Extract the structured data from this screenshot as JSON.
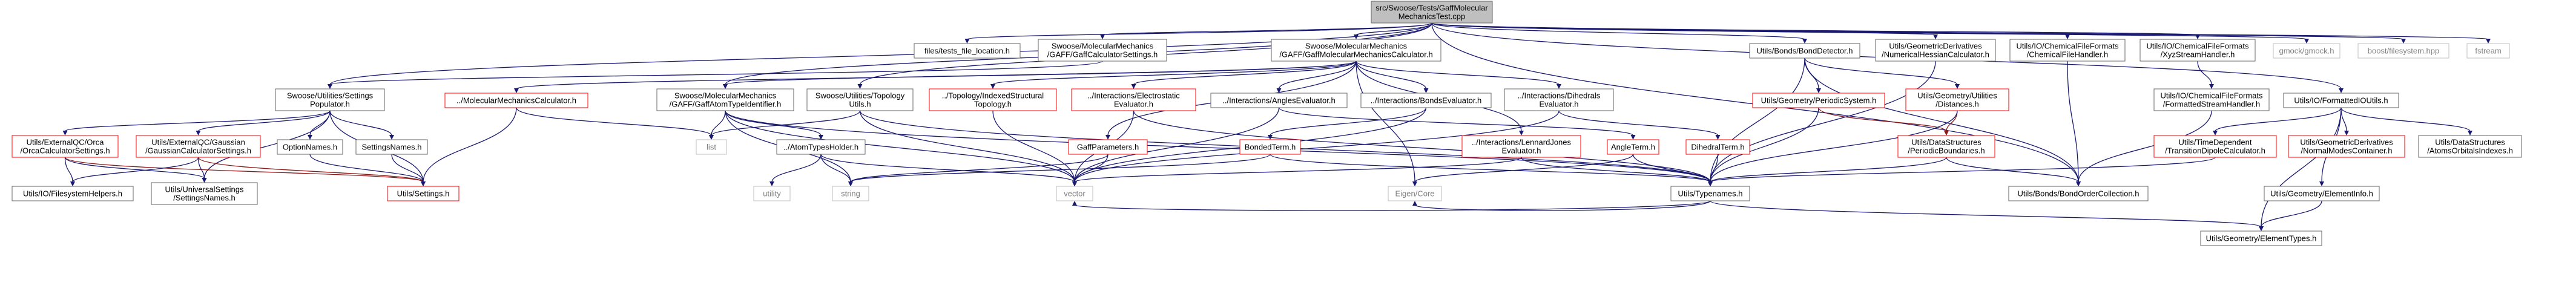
{
  "title": "src/Swoose/Tests/GaffMolecularMechanicsTest.cpp",
  "colors": {
    "node_border_default": "#666666",
    "node_border_red": "#ff0000",
    "node_border_grey": "#bfbfbf",
    "root_fill": "#bfbfbf",
    "edge_blue": "#191970",
    "edge_red": "#8b1a1a",
    "edge_grey": "#a9a9a9",
    "text_default": "#000000",
    "text_grey": "#7f7f7f"
  },
  "nodes": [
    {
      "id": "root",
      "lines": [
        "src/Swoose/Tests/GaffMolecular",
        "MechanicsTest.cpp"
      ],
      "style": "root"
    },
    {
      "id": "files_tests",
      "lines": [
        "files/tests_file_location.h"
      ],
      "style": "normal"
    },
    {
      "id": "gaff_calc_settings",
      "lines": [
        "Swoose/MolecularMechanics",
        "/GAFF/GaffCalculatorSettings.h"
      ],
      "style": "normal"
    },
    {
      "id": "gaff_mm_calc",
      "lines": [
        "Swoose/MolecularMechanics",
        "/GAFF/GaffMolecularMechanicsCalculator.h"
      ],
      "style": "normal"
    },
    {
      "id": "bond_detector",
      "lines": [
        "Utils/Bonds/BondDetector.h"
      ],
      "style": "normal"
    },
    {
      "id": "geom_derivatives",
      "lines": [
        "Utils/GeometricDerivatives",
        "/NumericalHessianCalculator.h"
      ],
      "style": "normal"
    },
    {
      "id": "chem_file_handler",
      "lines": [
        "Utils/IO/ChemicalFileFormats",
        "/ChemicalFileHandler.h"
      ],
      "style": "normal"
    },
    {
      "id": "xyz_stream",
      "lines": [
        "Utils/IO/ChemicalFileFormats",
        "/XyzStreamHandler.h"
      ],
      "style": "normal"
    },
    {
      "id": "gmock",
      "lines": [
        "gmock/gmock.h"
      ],
      "style": "grey"
    },
    {
      "id": "boost_fs",
      "lines": [
        "boost/filesystem.hpp"
      ],
      "style": "grey"
    },
    {
      "id": "fstream",
      "lines": [
        "fstream"
      ],
      "style": "grey"
    },
    {
      "id": "settings_populator",
      "lines": [
        "Swoose/Utilities/Settings",
        "Populator.h"
      ],
      "style": "normal"
    },
    {
      "id": "mm_calculator",
      "lines": [
        "../MolecularMechanicsCalculator.h"
      ],
      "style": "red"
    },
    {
      "id": "gaff_atomtype",
      "lines": [
        "Swoose/MolecularMechanics",
        "/GAFF/GaffAtomTypeIdentifier.h"
      ],
      "style": "normal"
    },
    {
      "id": "topology_utils",
      "lines": [
        "Swoose/Utilities/Topology",
        "Utils.h"
      ],
      "style": "normal"
    },
    {
      "id": "topology_indexed",
      "lines": [
        "../Topology/IndexedStructural",
        "Topology.h"
      ],
      "style": "red"
    },
    {
      "id": "electrostatic",
      "lines": [
        "../Interactions/Electrostatic",
        "Evaluator.h"
      ],
      "style": "red"
    },
    {
      "id": "angles_eval",
      "lines": [
        "../Interactions/AnglesEvaluator.h"
      ],
      "style": "normal"
    },
    {
      "id": "bonds_eval",
      "lines": [
        "../Interactions/BondsEvaluator.h"
      ],
      "style": "normal"
    },
    {
      "id": "dihedrals_eval",
      "lines": [
        "../Interactions/Dihedrals",
        "Evaluator.h"
      ],
      "style": "normal"
    },
    {
      "id": "periodic_system",
      "lines": [
        "Utils/Geometry/PeriodicSystem.h"
      ],
      "style": "red"
    },
    {
      "id": "geom_distances",
      "lines": [
        "Utils/Geometry/Utilities",
        "/Distances.h"
      ],
      "style": "red"
    },
    {
      "id": "io_helpers",
      "lines": [
        "Utils/IO/ChemicalFileFormats",
        "/FormattedStreamHandler.h"
      ],
      "style": "normal"
    },
    {
      "id": "formatted_io",
      "lines": [
        "Utils/IO/FormattedIOUtils.h"
      ],
      "style": "normal"
    },
    {
      "id": "orca_settings",
      "lines": [
        "Utils/ExternalQC/Orca",
        "/OrcaCalculatorSettings.h"
      ],
      "style": "red"
    },
    {
      "id": "gaussian_settings",
      "lines": [
        "Utils/ExternalQC/Gaussian",
        "/GaussianCalculatorSettings.h"
      ],
      "style": "red"
    },
    {
      "id": "option_names",
      "lines": [
        "OptionNames.h"
      ],
      "style": "normal"
    },
    {
      "id": "settings_names",
      "lines": [
        "SettingsNames.h"
      ],
      "style": "normal"
    },
    {
      "id": "list",
      "lines": [
        "list"
      ],
      "style": "grey"
    },
    {
      "id": "atomtypes_holder",
      "lines": [
        "../AtomTypesHolder.h"
      ],
      "style": "normal"
    },
    {
      "id": "gaff_params",
      "lines": [
        "GaffParameters.h"
      ],
      "style": "red"
    },
    {
      "id": "bonded_term",
      "lines": [
        "BondedTerm.h"
      ],
      "style": "red"
    },
    {
      "id": "lennard_jones",
      "lines": [
        "../Interactions/LennardJones",
        "Evaluator.h"
      ],
      "style": "red"
    },
    {
      "id": "angle_term",
      "lines": [
        "AngleTerm.h"
      ],
      "style": "red"
    },
    {
      "id": "dihedral_term",
      "lines": [
        "DihedralTerm.h"
      ],
      "style": "red"
    },
    {
      "id": "periodic_boundaries",
      "lines": [
        "Utils/DataStructures",
        "/PeriodicBoundaries.h"
      ],
      "style": "red"
    },
    {
      "id": "time_dependent",
      "lines": [
        "Utils/TimeDependent",
        "/TransitionDipoleCalculator.h"
      ],
      "style": "red"
    },
    {
      "id": "normal_modes",
      "lines": [
        "Utils/GeometricDerivatives",
        "/NormalModesContainer.h"
      ],
      "style": "red"
    },
    {
      "id": "atoms_orbitals",
      "lines": [
        "Utils/DataStructures",
        "/AtomsOrbitalsIndexes.h"
      ],
      "style": "normal"
    },
    {
      "id": "utils_settings",
      "lines": [
        "Utils/Settings.h"
      ],
      "style": "red"
    },
    {
      "id": "fs_helpers",
      "lines": [
        "Utils/IO/FilesystemHelpers.h"
      ],
      "style": "normal"
    },
    {
      "id": "universal_settings",
      "lines": [
        "Utils/UniversalSettings",
        "/SettingsNames.h"
      ],
      "style": "normal"
    },
    {
      "id": "utility",
      "lines": [
        "utility"
      ],
      "style": "grey"
    },
    {
      "id": "string",
      "lines": [
        "string"
      ],
      "style": "grey"
    },
    {
      "id": "vector",
      "lines": [
        "vector"
      ],
      "style": "grey"
    },
    {
      "id": "eigen_core",
      "lines": [
        "Eigen/Core"
      ],
      "style": "grey"
    },
    {
      "id": "typenames",
      "lines": [
        "Utils/Typenames.h"
      ],
      "style": "normal"
    },
    {
      "id": "bond_order",
      "lines": [
        "Utils/Bonds/BondOrderCollection.h"
      ],
      "style": "normal"
    },
    {
      "id": "element_info",
      "lines": [
        "Utils/Geometry/ElementInfo.h"
      ],
      "style": "normal"
    },
    {
      "id": "element_types",
      "lines": [
        "Utils/Geometry/ElementTypes.h"
      ],
      "style": "normal"
    }
  ],
  "edges": [
    [
      "root",
      "files_tests",
      "blue"
    ],
    [
      "root",
      "gaff_calc_settings",
      "blue"
    ],
    [
      "root",
      "gaff_mm_calc",
      "blue"
    ],
    [
      "root",
      "bond_detector",
      "blue"
    ],
    [
      "root",
      "geom_derivatives",
      "blue"
    ],
    [
      "root",
      "chem_file_handler",
      "blue"
    ],
    [
      "root",
      "xyz_stream",
      "blue"
    ],
    [
      "root",
      "gmock",
      "blue"
    ],
    [
      "root",
      "boost_fs",
      "blue"
    ],
    [
      "root",
      "fstream",
      "blue"
    ],
    [
      "root",
      "formatted_io",
      "blue"
    ],
    [
      "root",
      "gaff_atomtype",
      "blue"
    ],
    [
      "root",
      "settings_populator",
      "blue"
    ],
    [
      "root",
      "bond_order",
      "blue"
    ],
    [
      "root",
      "topology_utils",
      "blue"
    ],
    [
      "gaff_calc_settings",
      "settings_populator",
      "blue"
    ],
    [
      "gaff_mm_calc",
      "mm_calculator",
      "blue"
    ],
    [
      "gaff_mm_calc",
      "gaff_atomtype",
      "blue"
    ],
    [
      "gaff_mm_calc",
      "topology_indexed",
      "blue"
    ],
    [
      "gaff_mm_calc",
      "electrostatic",
      "blue"
    ],
    [
      "gaff_mm_calc",
      "angles_eval",
      "blue"
    ],
    [
      "gaff_mm_calc",
      "bonds_eval",
      "blue"
    ],
    [
      "gaff_mm_calc",
      "dihedrals_eval",
      "blue"
    ],
    [
      "gaff_mm_calc",
      "lennard_jones",
      "blue"
    ],
    [
      "gaff_mm_calc",
      "gaff_params",
      "blue"
    ],
    [
      "gaff_mm_calc",
      "eigen_core",
      "blue"
    ],
    [
      "bond_detector",
      "periodic_system",
      "blue"
    ],
    [
      "bond_detector",
      "geom_distances",
      "blue"
    ],
    [
      "bond_detector",
      "typenames",
      "blue"
    ],
    [
      "bond_detector",
      "bond_order",
      "blue"
    ],
    [
      "geom_derivatives",
      "typenames",
      "blue"
    ],
    [
      "chem_file_handler",
      "bond_order",
      "blue"
    ],
    [
      "xyz_stream",
      "io_helpers",
      "blue"
    ],
    [
      "io_helpers",
      "bond_order",
      "blue"
    ],
    [
      "formatted_io",
      "time_dependent",
      "blue"
    ],
    [
      "formatted_io",
      "normal_modes",
      "blue"
    ],
    [
      "formatted_io",
      "atoms_orbitals",
      "blue"
    ],
    [
      "formatted_io",
      "element_info",
      "blue"
    ],
    [
      "formatted_io",
      "element_types",
      "blue"
    ],
    [
      "settings_populator",
      "orca_settings",
      "blue"
    ],
    [
      "settings_populator",
      "gaussian_settings",
      "blue"
    ],
    [
      "settings_populator",
      "option_names",
      "blue"
    ],
    [
      "settings_populator",
      "settings_names",
      "blue"
    ],
    [
      "settings_populator",
      "utils_settings",
      "blue"
    ],
    [
      "settings_populator",
      "universal_settings",
      "blue"
    ],
    [
      "mm_calculator",
      "list",
      "blue"
    ],
    [
      "mm_calculator",
      "utils_settings",
      "blue"
    ],
    [
      "gaff_atomtype",
      "list",
      "blue"
    ],
    [
      "gaff_atomtype",
      "atomtypes_holder",
      "blue"
    ],
    [
      "gaff_atomtype",
      "string",
      "blue"
    ],
    [
      "gaff_atomtype",
      "vector",
      "blue"
    ],
    [
      "gaff_atomtype",
      "typenames",
      "blue"
    ],
    [
      "topology_utils",
      "list",
      "blue"
    ],
    [
      "topology_utils",
      "vector",
      "blue"
    ],
    [
      "topology_utils",
      "typenames",
      "blue"
    ],
    [
      "topology_indexed",
      "vector",
      "blue"
    ],
    [
      "electrostatic",
      "vector",
      "blue"
    ],
    [
      "electrostatic",
      "typenames",
      "blue"
    ],
    [
      "angles_eval",
      "angle_term",
      "blue"
    ],
    [
      "angles_eval",
      "vector",
      "blue"
    ],
    [
      "bonds_eval",
      "bonded_term",
      "blue"
    ],
    [
      "bonds_eval",
      "vector",
      "blue"
    ],
    [
      "dihedrals_eval",
      "dihedral_term",
      "blue"
    ],
    [
      "dihedrals_eval",
      "vector",
      "blue"
    ],
    [
      "lennard_jones",
      "vector",
      "blue"
    ],
    [
      "lennard_jones",
      "typenames",
      "blue"
    ],
    [
      "gaff_params",
      "vector",
      "blue"
    ],
    [
      "gaff_params",
      "string",
      "blue"
    ],
    [
      "bonded_term",
      "string",
      "blue"
    ],
    [
      "bonded_term",
      "typenames",
      "blue"
    ],
    [
      "angle_term",
      "typenames",
      "blue"
    ],
    [
      "angle_term",
      "eigen_core",
      "blue"
    ],
    [
      "dihedral_term",
      "typenames",
      "blue"
    ],
    [
      "periodic_system",
      "periodic_boundaries",
      "red"
    ],
    [
      "periodic_system",
      "typenames",
      "blue"
    ],
    [
      "geom_distances",
      "periodic_boundaries",
      "red"
    ],
    [
      "geom_distances",
      "typenames",
      "blue"
    ],
    [
      "periodic_boundaries",
      "typenames",
      "blue"
    ],
    [
      "periodic_boundaries",
      "bond_order",
      "blue"
    ],
    [
      "time_dependent",
      "typenames",
      "blue"
    ],
    [
      "typenames",
      "element_types",
      "blue"
    ],
    [
      "element_info",
      "element_types",
      "blue"
    ],
    [
      "orca_settings",
      "utils_settings",
      "red"
    ],
    [
      "orca_settings",
      "fs_helpers",
      "blue"
    ],
    [
      "orca_settings",
      "universal_settings",
      "blue"
    ],
    [
      "gaussian_settings",
      "utils_settings",
      "red"
    ],
    [
      "gaussian_settings",
      "fs_helpers",
      "blue"
    ],
    [
      "gaussian_settings",
      "universal_settings",
      "blue"
    ],
    [
      "option_names",
      "utils_settings",
      "blue"
    ],
    [
      "settings_names",
      "utils_settings",
      "blue"
    ],
    [
      "atomtypes_holder",
      "utility",
      "blue"
    ],
    [
      "atomtypes_holder",
      "string",
      "blue"
    ],
    [
      "atomtypes_holder",
      "vector",
      "blue"
    ],
    [
      "typenames",
      "eigen_core",
      "blue"
    ],
    [
      "typenames",
      "vector",
      "blue"
    ]
  ]
}
